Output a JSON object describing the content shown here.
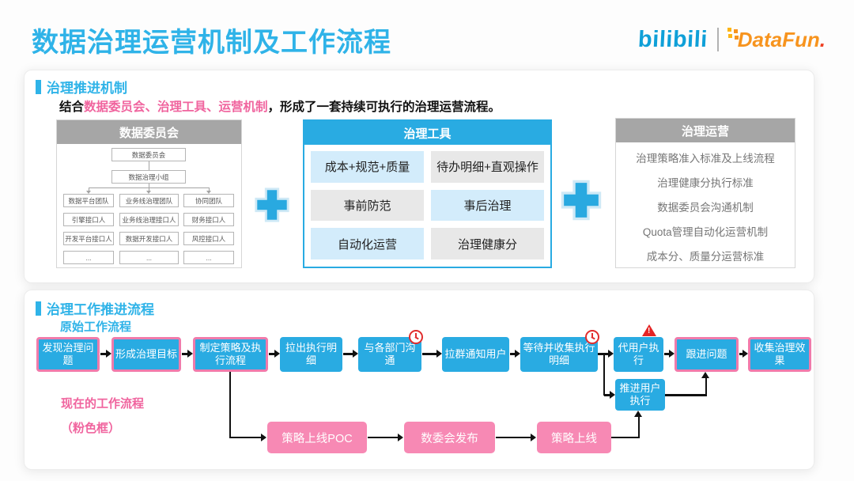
{
  "header": {
    "title": "数据治理运营机制及工作流程",
    "logo_bilibili": "bilibili",
    "logo_datafun_text": "DataFun",
    "logo_datafun_period": "."
  },
  "colors": {
    "accent_blue": "#2fb3e8",
    "flow_blue": "#29abe2",
    "accent_pink": "#f0649e",
    "pink_box": "#f789b4",
    "pink_border": "#f07bab",
    "gray_header": "#a6a6a6",
    "cell_blue": "#d3ecfb",
    "cell_gray": "#e8e8e8",
    "alert_red": "#e42525"
  },
  "section1": {
    "heading": "治理推进机制",
    "intro_prefix": "结合",
    "intro_highlight": "数据委员会、治理工具、运营机制",
    "intro_suffix": "，形成了一套持续可执行的治理运营流程。",
    "committee": {
      "title": "数据委员会",
      "root": "数据委员会",
      "group": "数据治理小组",
      "rows": [
        [
          "数据平台团队",
          "业务线治理团队",
          "协同团队"
        ],
        [
          "引擎接口人",
          "业务线治理接口人",
          "财务接口人"
        ],
        [
          "开发平台接口人",
          "数据开发接口人",
          "风控接口人"
        ],
        [
          "...",
          "...",
          "..."
        ]
      ]
    },
    "tools": {
      "title": "治理工具",
      "cells": [
        "成本+规范+质量",
        "待办明细+直观操作",
        "事前防范",
        "事后治理",
        "自动化运营",
        "治理健康分"
      ]
    },
    "operations": {
      "title": "治理运营",
      "items": [
        "治理策略准入标准及上线流程",
        "治理健康分执行标准",
        "数据委员会沟通机制",
        "Quota管理自动化运营机制",
        "成本分、质量分运营标准"
      ]
    }
  },
  "section2": {
    "heading": "治理工作推进流程",
    "original_label": "原始工作流程",
    "current_label_1": "现在的工作流程",
    "current_label_2": "（粉色框）",
    "warning_mark": "!",
    "original_flow": [
      {
        "label": "发现治理问题"
      },
      {
        "label": "形成治理目标"
      },
      {
        "label": "制定策略及执行流程"
      },
      {
        "label": "拉出执行明细"
      },
      {
        "label": "与各部门沟通"
      },
      {
        "label": "拉群通知用户"
      },
      {
        "label": "等待并收集执行明细"
      },
      {
        "label": "代用户执行"
      },
      {
        "label": "跟进问题"
      },
      {
        "label": "收集治理效果"
      }
    ],
    "branch_box": "推进用户执行",
    "current_flow": [
      "策略上线POC",
      "数委会发布",
      "策略上线"
    ]
  }
}
